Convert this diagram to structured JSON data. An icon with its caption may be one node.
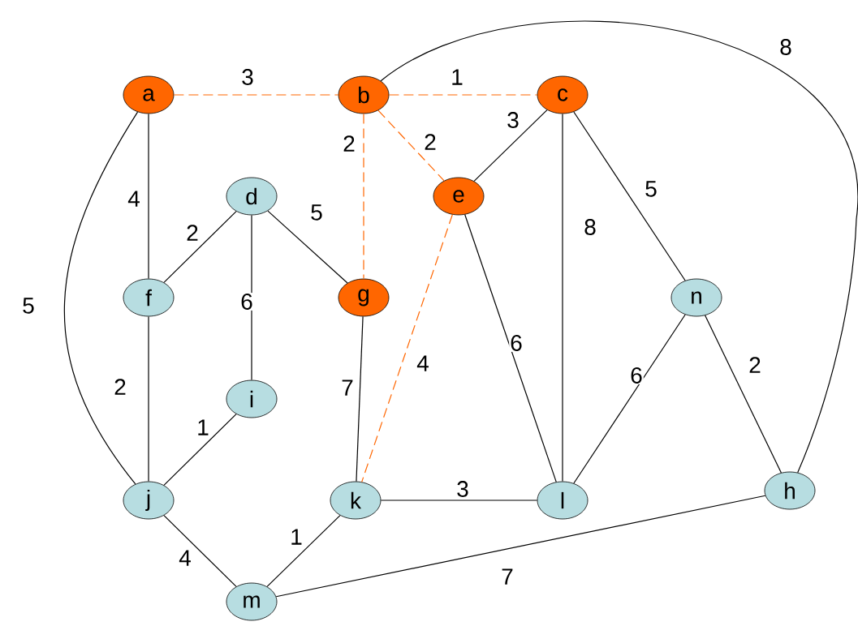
{
  "diagram": {
    "nodes": [
      {
        "text": [
          "a"
        ]
      },
      {
        "text": [
          "b"
        ]
      },
      {
        "text": [
          "c"
        ]
      },
      {
        "text": [
          "d"
        ]
      },
      {
        "text": [
          "e"
        ]
      },
      {
        "text": [
          "f"
        ]
      },
      {
        "text": [
          "g"
        ]
      },
      {
        "text": [
          "n"
        ]
      },
      {
        "text": [
          "i"
        ]
      },
      {
        "text": [
          "j"
        ]
      },
      {
        "text": [
          "k"
        ]
      },
      {
        "text": [
          "l"
        ]
      },
      {
        "text": [
          "h"
        ]
      },
      {
        "text": [
          "m"
        ]
      }
    ],
    "edges": [
      {
        "from": 0,
        "to": 1,
        "arrow": "none",
        "label": "3",
        "style": "dashed",
        "color": "#ff6600"
      },
      {
        "from": 1,
        "to": 2,
        "arrow": "none",
        "label": "1",
        "style": "dashed",
        "color": "#ff6600"
      },
      {
        "from": 1,
        "to": 6,
        "arrow": "none",
        "label": "2",
        "style": "dashed",
        "color": "#ff6600"
      },
      {
        "from": 1,
        "to": 4,
        "arrow": "none",
        "label": "2",
        "style": "dashed",
        "color": "#ff6600"
      },
      {
        "from": 2,
        "to": 4,
        "arrow": "none",
        "label": "3"
      },
      {
        "from": 1,
        "to": 12,
        "arrow": "none",
        "label": "8"
      },
      {
        "from": 0,
        "to": 5,
        "arrow": "none",
        "label": "4"
      },
      {
        "from": 0,
        "to": 9,
        "arrow": "none",
        "label": "5"
      },
      {
        "from": 2,
        "to": 11,
        "arrow": "none",
        "label": "8"
      },
      {
        "from": 2,
        "to": 7,
        "arrow": "none",
        "label": "5"
      },
      {
        "from": 3,
        "to": 5,
        "arrow": "none",
        "label": "2"
      },
      {
        "from": 3,
        "to": 6,
        "arrow": "none",
        "label": "5"
      },
      {
        "from": 3,
        "to": 8,
        "arrow": "none",
        "label": "6"
      },
      {
        "from": 4,
        "to": 11,
        "arrow": "none",
        "label": "6"
      },
      {
        "from": 4,
        "to": 10,
        "arrow": "none",
        "label": "4",
        "style": "dashed",
        "color": "#ff6600"
      },
      {
        "from": 5,
        "to": 9,
        "arrow": "none",
        "label": "2"
      },
      {
        "from": 6,
        "to": 10,
        "arrow": "none",
        "label": "7"
      },
      {
        "from": 7,
        "to": 11,
        "arrow": "none",
        "label": "6"
      },
      {
        "from": 7,
        "to": 12,
        "arrow": "none",
        "label": "2"
      },
      {
        "from": 8,
        "to": 9,
        "arrow": "none",
        "label": "1"
      },
      {
        "from": 9,
        "to": 13,
        "arrow": "none",
        "label": "4"
      },
      {
        "from": 10,
        "to": 11,
        "arrow": "none",
        "label": "3"
      },
      {
        "from": 10,
        "to": 13,
        "arrow": "none",
        "label": "1"
      },
      {
        "from": 13,
        "to": 12,
        "arrow": "none",
        "label": "7"
      }
    ]
  }
}
